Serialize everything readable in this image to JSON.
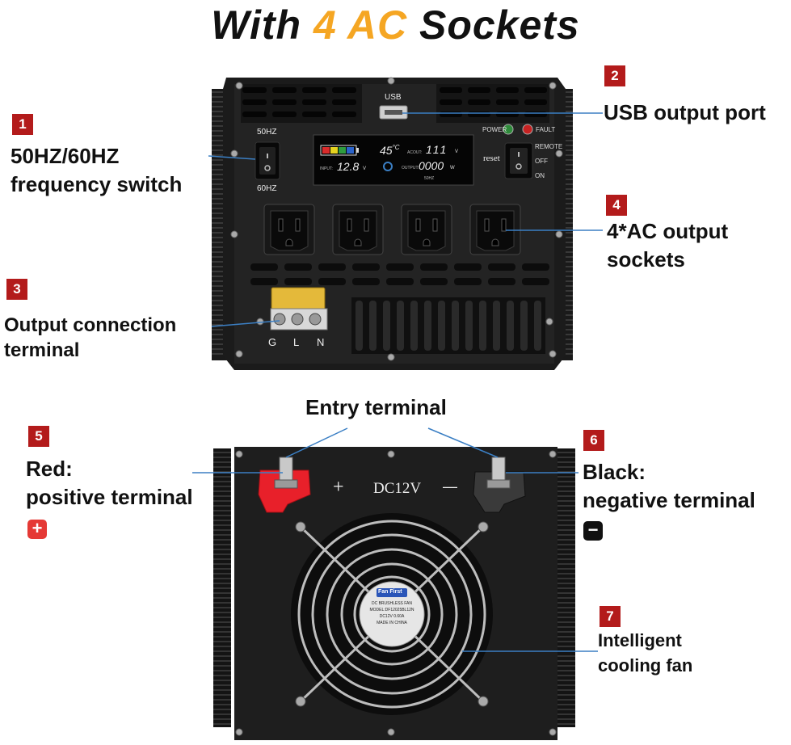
{
  "header": {
    "title_prefix": "With",
    "title_highlight": "4 AC",
    "title_suffix": "Sockets"
  },
  "colors": {
    "badge": "#b31b1b",
    "highlight": "#f5a623",
    "pointer": "#3b7fc4",
    "red_terminal": "#e8202a"
  },
  "callouts": [
    {
      "number": "1",
      "lines": [
        "50HZ/60HZ",
        "frequency switch"
      ]
    },
    {
      "number": "2",
      "lines": [
        "USB output port"
      ]
    },
    {
      "number": "3",
      "lines": [
        "Output connection",
        "terminal"
      ]
    },
    {
      "number": "4",
      "lines": [
        "4*AC output",
        "sockets"
      ]
    },
    {
      "number": "5",
      "lines": [
        "Red:",
        "positive terminal"
      ],
      "icon": "plus-icon"
    },
    {
      "number": "6",
      "lines": [
        "Black:",
        "negative terminal"
      ],
      "icon": "minus-icon"
    },
    {
      "number": "7",
      "lines": [
        "Intelligent",
        "cooling fan"
      ]
    }
  ],
  "entry_terminal_label": "Entry terminal",
  "front_panel": {
    "usb": "USB",
    "hz50": "50HZ",
    "hz60": "60HZ",
    "power": "POWER",
    "fault": "FAULT",
    "remote": "REMOTE",
    "off": "OFF",
    "on": "ON",
    "reset": "reset",
    "terminals": [
      "G",
      "L",
      "N"
    ],
    "lcd": {
      "temp": "45",
      "temp_unit": "°C",
      "input_label": "INPUT:",
      "input_value": "12.8",
      "input_unit": "V",
      "acout_label": "ACOUT:",
      "acout_value": "111",
      "acout_unit": "V",
      "output_label": "OUTPUT:",
      "output_value": "0000",
      "output_unit": "W",
      "freq": "50HZ"
    }
  },
  "back_panel": {
    "plus_sign": "+",
    "voltage": "DC12V",
    "minus_sign": "—",
    "fan_brand": "Fan First",
    "fan_label_lines": [
      "DC BRUSHLESS FAN",
      "MODEL:DF12025BL12N",
      "DC12V 0.60A",
      "MADE IN CHINA"
    ]
  }
}
